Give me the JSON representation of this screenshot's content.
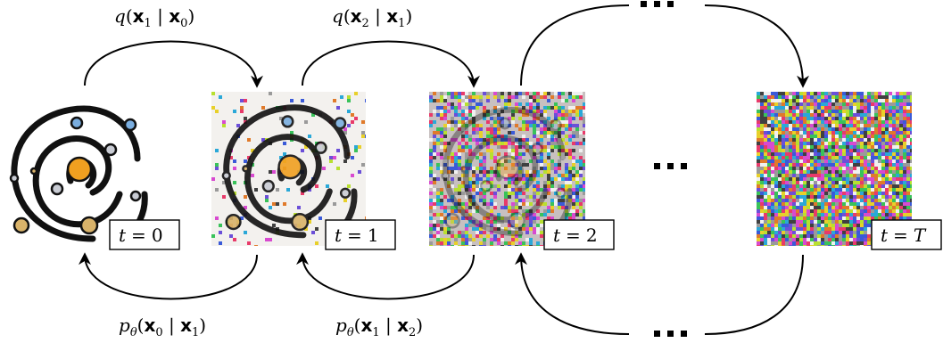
{
  "forward": [
    {
      "fn": "q",
      "a": "1",
      "b": "0"
    },
    {
      "fn": "q",
      "a": "2",
      "b": "1"
    }
  ],
  "reverse": [
    {
      "fn": "p",
      "sub": "θ",
      "a": "0",
      "b": "1"
    },
    {
      "fn": "p",
      "sub": "θ",
      "a": "1",
      "b": "2"
    }
  ],
  "steps": [
    {
      "label": "t = 0",
      "var": "t",
      "eq": "=",
      "val": "0",
      "noise": 0
    },
    {
      "label": "t = 1",
      "var": "t",
      "eq": "=",
      "val": "1",
      "noise": 0.18
    },
    {
      "label": "t = 2",
      "var": "t",
      "eq": "=",
      "val": "2",
      "noise": 0.6
    },
    {
      "label": "t = T",
      "var": "t",
      "eq": "=",
      "val": "T",
      "noise": 1
    }
  ],
  "colors": {
    "galaxy_core": "#f0a020",
    "ink": "#111111",
    "planet_blue": "#7aaee0",
    "planet_tan": "#d9b36a",
    "planet_grey": "#c9ccd4"
  }
}
